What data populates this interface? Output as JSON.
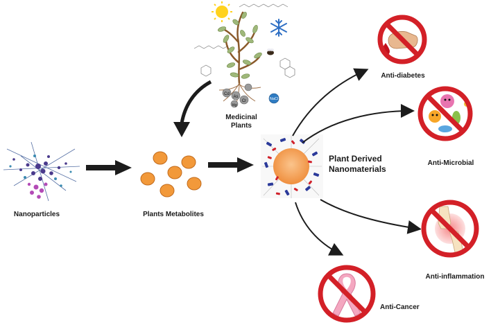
{
  "labels": {
    "nanoparticles": "Nanoparticles",
    "plants_metabolites": "Plants Metabolites",
    "medicinal_plants_line1": "Medicinal",
    "medicinal_plants_line2": "Plants",
    "pdn_line1": "Plant Derived",
    "pdn_line2": "Nanomaterials",
    "anti_diabetes": "Anti-diabetes",
    "anti_microbial": "Anti-Microbial",
    "anti_inflammation": "Anti-inflammation",
    "anti_cancer": "Anti-Cancer"
  },
  "plant_labels": {
    "cd": "Cd",
    "as": "As",
    "cr": "Cr",
    "hg": "Hg",
    "nacl": "NaCl"
  },
  "colors": {
    "arrow": "#1c1c1c",
    "prohibition_red": "#d32027",
    "metabolite_orange": "#f2993a",
    "nanoparticle_purple": "#5b3a8a",
    "nanomaterial_core": "#f5a05a",
    "ribbon_pink": "#f4a7c0"
  },
  "icons": [
    "sun-icon",
    "snowflake-icon",
    "bee-icon",
    "plant-icon",
    "blood-drop-icon",
    "microbe-icon",
    "joint-icon",
    "pink-ribbon-icon"
  ]
}
